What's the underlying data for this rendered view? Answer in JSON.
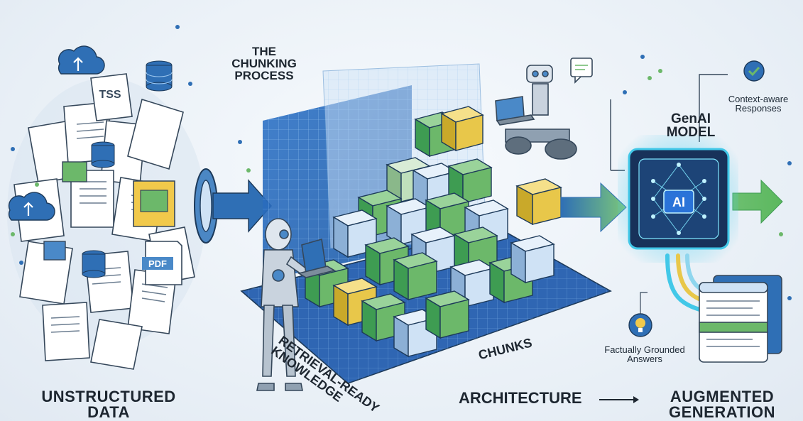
{
  "labels": {
    "unstructured_data": "UNSTRUCTURED\nDATA",
    "chunking_process": "THE\nCHUNKING\nPROCESS",
    "retrieval_ready": "RETRIEVAL-READY\nKNOWLEDGE",
    "chunks": "CHUNKS",
    "architecture": "ARCHITECTURE",
    "augmented_generation": "AUGMENTED\nGENERATION",
    "genai_model": "GenAI\nMODEL",
    "context_aware": "Context-aware\nResponses",
    "factually_grounded": "Factually Grounded\nAnswers",
    "ai_chip": "AI"
  },
  "document_tags": {
    "tss": "TSS",
    "pdf": "PDF"
  },
  "icons": [
    "cloud-upload-icon",
    "database-icon",
    "document-stack-icon",
    "folder-icon",
    "robot-humanoid-icon",
    "robot-rover-icon",
    "laptop-icon",
    "ai-neural-chip-icon",
    "chat-bubble-icon",
    "lightbulb-icon",
    "checkmark-badge-icon",
    "browser-window-icon"
  ],
  "colors": {
    "primary_blue": "#2f6fb5",
    "green": "#6cb86a",
    "yellow": "#e8c74a",
    "grid_blue": "#3e7cc4",
    "chip_glow": "#42c8e8",
    "text_dark": "#1d2630"
  }
}
